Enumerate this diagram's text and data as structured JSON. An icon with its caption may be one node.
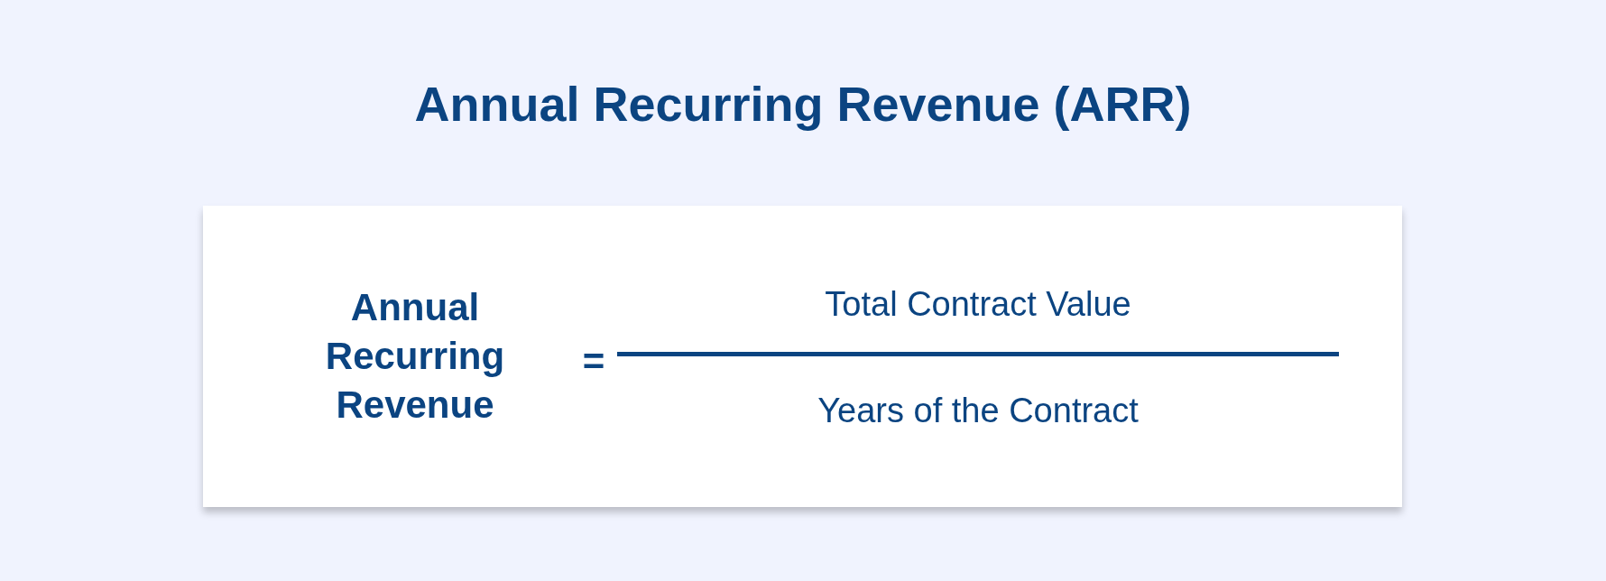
{
  "diagram": {
    "title": "Annual Recurring Revenue (ARR)",
    "nodes": [
      {
        "text": [
          "Annual Recurring Revenue",
          "=",
          "Total Contract Value",
          "Years of the Contract"
        ]
      }
    ]
  }
}
